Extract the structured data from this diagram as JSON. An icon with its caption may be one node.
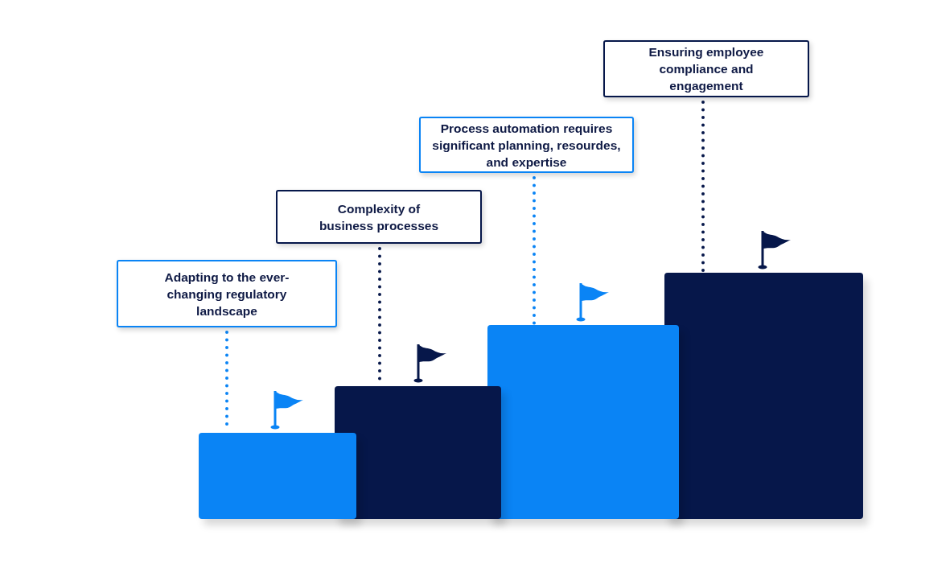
{
  "diagram": {
    "nodes": [
      {
        "text": [
          "Adapting to the ever-changing regulatory landscape"
        ]
      },
      {
        "text": [
          "Complexity of business processes"
        ]
      },
      {
        "text": [
          "Process automation requires significant planning, resourdes, and expertise"
        ]
      },
      {
        "text": [
          "Ensuring employee compliance and engagement"
        ]
      },
      {
        "text": [],
        "shape": "bar"
      },
      {
        "text": [],
        "shape": "bar"
      },
      {
        "text": [],
        "shape": "bar"
      },
      {
        "text": [],
        "shape": "bar"
      }
    ],
    "edges": [
      {
        "from": 0,
        "to": 4,
        "arrow": "none",
        "style": "dashed",
        "color": "#0a84f5"
      },
      {
        "from": 1,
        "to": 5,
        "arrow": "none",
        "style": "dashed",
        "color": "#06174a"
      },
      {
        "from": 2,
        "to": 6,
        "arrow": "none",
        "style": "dashed",
        "color": "#0a84f5"
      },
      {
        "from": 3,
        "to": 7,
        "arrow": "none",
        "style": "dashed",
        "color": "#06174a"
      }
    ]
  }
}
